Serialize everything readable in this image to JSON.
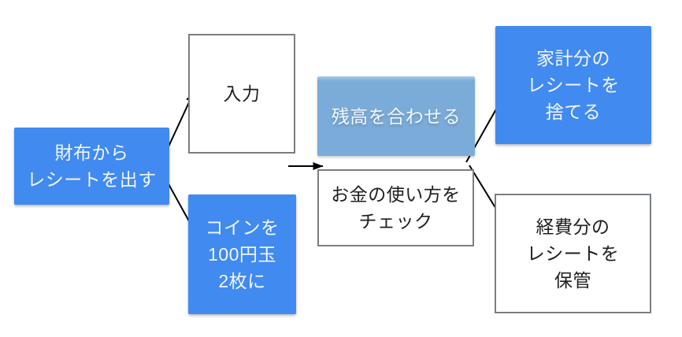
{
  "diagram": {
    "type": "flowchart",
    "nodes": {
      "wallet": {
        "style": "blue",
        "lines": [
          "財布から",
          "レシートを出す"
        ]
      },
      "input": {
        "style": "white",
        "lines": [
          "入力"
        ]
      },
      "coins": {
        "style": "blue",
        "lines": [
          "コインを",
          "100円玉",
          "2枚に"
        ]
      },
      "balance": {
        "style": "muted-blue",
        "lines": [
          "残高を合わせる"
        ]
      },
      "check": {
        "style": "white",
        "lines": [
          "お金の使い方を",
          "チェック"
        ]
      },
      "household": {
        "style": "blue",
        "lines": [
          "家計分の",
          "レシートを",
          "捨てる"
        ]
      },
      "expense": {
        "style": "white",
        "lines": [
          "経費分の",
          "レシートを",
          "保管"
        ]
      }
    },
    "edges": [
      {
        "from": "wallet",
        "to": "input"
      },
      {
        "from": "wallet",
        "to": "coins"
      },
      {
        "from": "input-coins-column",
        "to": "check"
      },
      {
        "from": "check",
        "to": "household"
      },
      {
        "from": "check",
        "to": "expense"
      }
    ],
    "colors": {
      "node_blue": "#418AF0",
      "node_muted_blue": "#7BABD8",
      "white_node_border": "#7A7E82",
      "text_on_blue": "#F2F7FD",
      "text_on_white": "#1E1E1E",
      "arrow": "#000000",
      "background": "#FFFFFF"
    }
  }
}
